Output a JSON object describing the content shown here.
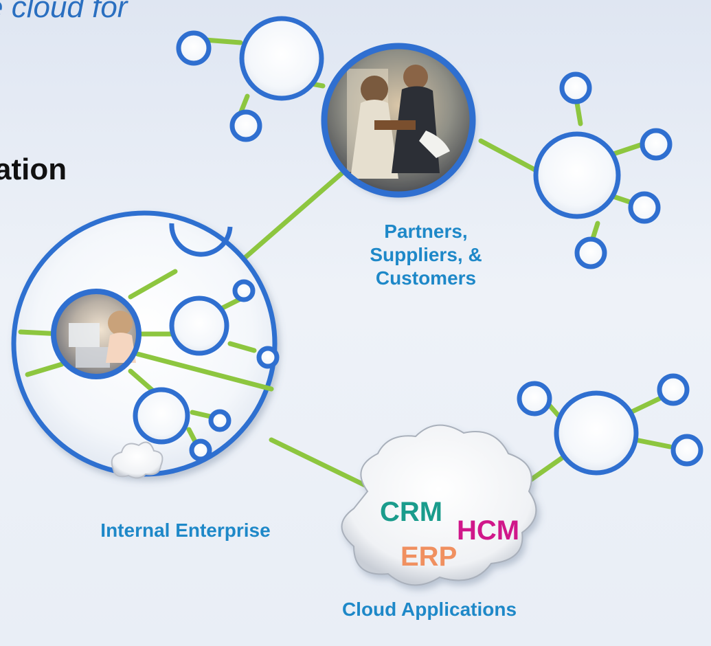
{
  "slide": {
    "top_text": "e cloud for",
    "heading": "ation"
  },
  "labels": {
    "partners": [
      "Partners,",
      "Suppliers, &",
      "Customers"
    ],
    "internal": "Internal Enterprise",
    "cloud_apps": "Cloud Applications"
  },
  "cloud_apps": {
    "crm": "CRM",
    "hcm": "HCM",
    "erp": "ERP"
  },
  "colors": {
    "ring": "#2f6fd0",
    "connector": "#8dc63f",
    "label": "#1e88c8",
    "crm": "#1a9c8c",
    "hcm": "#d0178a",
    "erp": "#f09060"
  }
}
